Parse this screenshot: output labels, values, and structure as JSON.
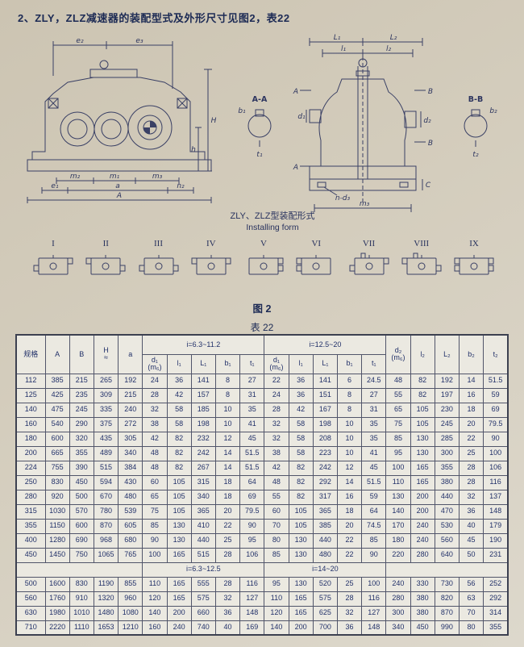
{
  "page": {
    "title": "2、ZLY，ZLZ减速器的装配型式及外形尺寸见图2，表22",
    "installing_form_cn": "ZLY、ZLZ型装配形式",
    "installing_form_en": "Installing form",
    "fig_caption": "图 2",
    "table_caption": "表 22"
  },
  "drawings": {
    "front": {
      "e2": "e₂",
      "e3": "e₃",
      "H": "H",
      "h": "h",
      "m2": "m₂",
      "m1": "m₁",
      "m3": "m₃",
      "e1": "e₁",
      "a": "a",
      "n2": "n₂",
      "A": "A"
    },
    "section_aa": {
      "title": "A-A",
      "b1": "b₁",
      "t1": "t₁"
    },
    "section_bb": {
      "title": "B-B",
      "b2": "b₂",
      "t2": "t₂"
    },
    "side": {
      "L1": "L₁",
      "L2": "L₂",
      "l1": "l₁",
      "l2": "l₂",
      "A_top": "A",
      "A_bottom": "A",
      "B_top": "B",
      "B_bottom": "B",
      "d1": "d₁",
      "d2": "d₂",
      "C": "C",
      "n_d3": "n-d₃",
      "m3": "m₃"
    }
  },
  "forms": {
    "numerals": [
      "I",
      "II",
      "III",
      "IV",
      "V",
      "VI",
      "VII",
      "VIII",
      "IX"
    ]
  },
  "table": {
    "col_headers_left": [
      "规格",
      "A",
      "B",
      "H\n≈",
      "a"
    ],
    "group1_title": "i=6.3~11.2",
    "group2_title": "i=12.5~20",
    "group_subheaders": [
      "d₁\n(m₆)",
      "l₁",
      "L₁",
      "b₁",
      "t₁"
    ],
    "col_headers_right": [
      "d₂\n(m₆)",
      "l₂",
      "L₂",
      "b₂",
      "t₂"
    ],
    "mid_group1": "i=6.3~12.5",
    "mid_group2": "i=14~20",
    "rows_top": [
      [
        "112",
        "385",
        "215",
        "265",
        "192",
        "24",
        "36",
        "141",
        "8",
        "27",
        "22",
        "36",
        "141",
        "6",
        "24.5",
        "48",
        "82",
        "192",
        "14",
        "51.5"
      ],
      [
        "125",
        "425",
        "235",
        "309",
        "215",
        "28",
        "42",
        "157",
        "8",
        "31",
        "24",
        "36",
        "151",
        "8",
        "27",
        "55",
        "82",
        "197",
        "16",
        "59"
      ],
      [
        "140",
        "475",
        "245",
        "335",
        "240",
        "32",
        "58",
        "185",
        "10",
        "35",
        "28",
        "42",
        "167",
        "8",
        "31",
        "65",
        "105",
        "230",
        "18",
        "69"
      ],
      [
        "160",
        "540",
        "290",
        "375",
        "272",
        "38",
        "58",
        "198",
        "10",
        "41",
        "32",
        "58",
        "198",
        "10",
        "35",
        "75",
        "105",
        "245",
        "20",
        "79.5"
      ],
      [
        "180",
        "600",
        "320",
        "435",
        "305",
        "42",
        "82",
        "232",
        "12",
        "45",
        "32",
        "58",
        "208",
        "10",
        "35",
        "85",
        "130",
        "285",
        "22",
        "90"
      ],
      [
        "200",
        "665",
        "355",
        "489",
        "340",
        "48",
        "82",
        "242",
        "14",
        "51.5",
        "38",
        "58",
        "223",
        "10",
        "41",
        "95",
        "130",
        "300",
        "25",
        "100"
      ],
      [
        "224",
        "755",
        "390",
        "515",
        "384",
        "48",
        "82",
        "267",
        "14",
        "51.5",
        "42",
        "82",
        "242",
        "12",
        "45",
        "100",
        "165",
        "355",
        "28",
        "106"
      ],
      [
        "250",
        "830",
        "450",
        "594",
        "430",
        "60",
        "105",
        "315",
        "18",
        "64",
        "48",
        "82",
        "292",
        "14",
        "51.5",
        "110",
        "165",
        "380",
        "28",
        "116"
      ],
      [
        "280",
        "920",
        "500",
        "670",
        "480",
        "65",
        "105",
        "340",
        "18",
        "69",
        "55",
        "82",
        "317",
        "16",
        "59",
        "130",
        "200",
        "440",
        "32",
        "137"
      ],
      [
        "315",
        "1030",
        "570",
        "780",
        "539",
        "75",
        "105",
        "365",
        "20",
        "79.5",
        "60",
        "105",
        "365",
        "18",
        "64",
        "140",
        "200",
        "470",
        "36",
        "148"
      ],
      [
        "355",
        "1150",
        "600",
        "870",
        "605",
        "85",
        "130",
        "410",
        "22",
        "90",
        "70",
        "105",
        "385",
        "20",
        "74.5",
        "170",
        "240",
        "530",
        "40",
        "179"
      ],
      [
        "400",
        "1280",
        "690",
        "968",
        "680",
        "90",
        "130",
        "440",
        "25",
        "95",
        "80",
        "130",
        "440",
        "22",
        "85",
        "180",
        "240",
        "560",
        "45",
        "190"
      ],
      [
        "450",
        "1450",
        "750",
        "1065",
        "765",
        "100",
        "165",
        "515",
        "28",
        "106",
        "85",
        "130",
        "480",
        "22",
        "90",
        "220",
        "280",
        "640",
        "50",
        "231"
      ]
    ],
    "rows_bottom": [
      [
        "500",
        "1600",
        "830",
        "1190",
        "855",
        "110",
        "165",
        "555",
        "28",
        "116",
        "95",
        "130",
        "520",
        "25",
        "100",
        "240",
        "330",
        "730",
        "56",
        "252"
      ],
      [
        "560",
        "1760",
        "910",
        "1320",
        "960",
        "120",
        "165",
        "575",
        "32",
        "127",
        "110",
        "165",
        "575",
        "28",
        "116",
        "280",
        "380",
        "820",
        "63",
        "292"
      ],
      [
        "630",
        "1980",
        "1010",
        "1480",
        "1080",
        "140",
        "200",
        "660",
        "36",
        "148",
        "120",
        "165",
        "625",
        "32",
        "127",
        "300",
        "380",
        "870",
        "70",
        "314"
      ],
      [
        "710",
        "2220",
        "1110",
        "1653",
        "1210",
        "160",
        "240",
        "740",
        "40",
        "169",
        "140",
        "200",
        "700",
        "36",
        "148",
        "340",
        "450",
        "990",
        "80",
        "355"
      ]
    ]
  }
}
